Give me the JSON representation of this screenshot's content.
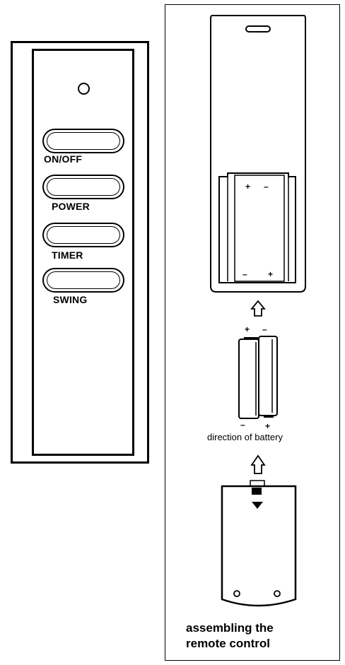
{
  "remote": {
    "buttons": [
      {
        "label": "ON/OFF"
      },
      {
        "label": "POWER"
      },
      {
        "label": "TIMER"
      },
      {
        "label": "SWING"
      }
    ]
  },
  "battery_diagram": {
    "compartment_top_polarity": [
      "+",
      "–"
    ],
    "compartment_bottom_polarity": [
      "–",
      "+"
    ],
    "battery_top_polarity": [
      "+",
      "–"
    ],
    "battery_bottom_polarity": [
      "–",
      "+"
    ],
    "direction_label": "direction of battery",
    "caption_line1": "assembling the",
    "caption_line2": "remote control"
  }
}
